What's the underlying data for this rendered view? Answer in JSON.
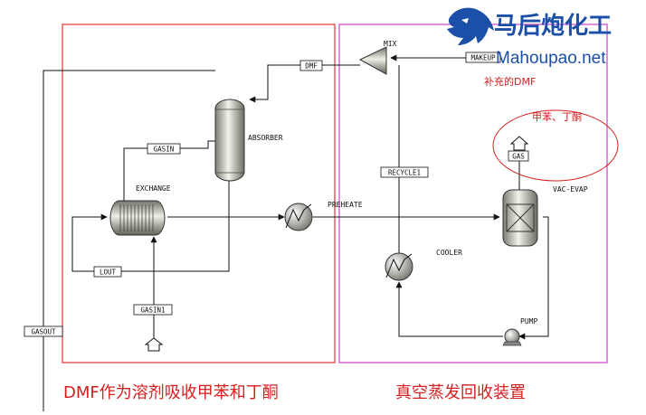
{
  "logo": {
    "chinese_name": "马后炮化工",
    "website": "Mahoupao.net"
  },
  "blocks": {
    "mix": "MIX",
    "absorber": "ABSORBER",
    "exchange": "EXCHANGE",
    "preheate": "PREHEATE",
    "vac_evap": "VAC-EVAP",
    "cooler": "COOLER",
    "pump": "PUMP"
  },
  "streams": {
    "dmf": "DMF",
    "makeup": "MAKEUP",
    "gasin": "GASIN",
    "recycle1": "RECYCLE1",
    "gas": "GAS",
    "lout": "LOUT",
    "gasin1": "GASIN1",
    "gasout": "GASOUT"
  },
  "annotations": {
    "makeup_note": "补充的DMF",
    "gas_note": "甲苯、丁酮",
    "left_section": "DMF作为溶剂吸收甲苯和丁酮",
    "right_section": "真空蒸发回收装置"
  },
  "colors": {
    "left_box": "#e03030",
    "right_box": "#cc44cc",
    "annotation": "#d42020",
    "logo_blue": "#1c4fa8",
    "line": "#111111"
  }
}
